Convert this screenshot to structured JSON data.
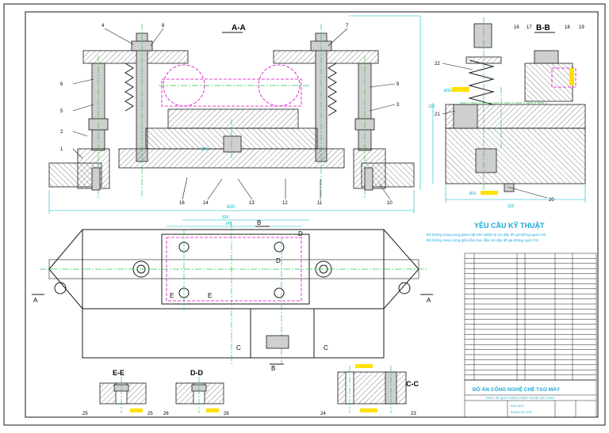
{
  "views": {
    "section_aa_title": "A-A",
    "section_bb_title": "B-B",
    "section_ee_title": "E-E",
    "section_dd_title": "D-D",
    "section_cc_title": "C-C"
  },
  "balloons_aa": [
    "4",
    "8",
    "7",
    "6",
    "5",
    "2",
    "1",
    "9",
    "3",
    "16",
    "14",
    "13",
    "12",
    "11",
    "10"
  ],
  "balloons_bb": [
    "16",
    "17",
    "18",
    "19",
    "22",
    "21",
    "20"
  ],
  "dimensions": {
    "aa_width": "620",
    "plan_a": "520",
    "plan_b": "145",
    "bb_width": "118",
    "bb_height": "126",
    "dia_small": "Ø15",
    "dia_aa": "Ø15"
  },
  "cut_marks": {
    "A": "A",
    "B": "B",
    "C": "C",
    "D": "D",
    "E": "E"
  },
  "requirements": {
    "title": "YÊU CẦU KỸ THUẬT",
    "line1": "Độ không song song giữa mặt trên phiến tỳ với đáy đồ gá không quá 0.02",
    "line2": "Độ không song song giữa tâm bạc dẫn với đáy đồ gá không quá 0.02"
  },
  "detail_numbers": {
    "ee_left": "25",
    "ee_right": "25",
    "dd_left": "26",
    "dd_right": "26",
    "cc_left": "24",
    "cc_right": "23"
  },
  "title_block": {
    "project": "ĐỒ ÁN CÔNG NGHỆ CHẾ TẠO MÁY",
    "subtitle": "THIẾT KẾ QUY TRÌNH CÔNG NGHỆ GIA CÔNG",
    "school": "ĐẠI HỌC",
    "faculty": "KHOA CƠ KHÍ"
  },
  "colors": {
    "line": "#1a1a1a",
    "center": "#27c84a",
    "dim": "#00b6c8",
    "hidden": "#e000c8",
    "title": "#19a7d6",
    "note": "#ffe100"
  }
}
